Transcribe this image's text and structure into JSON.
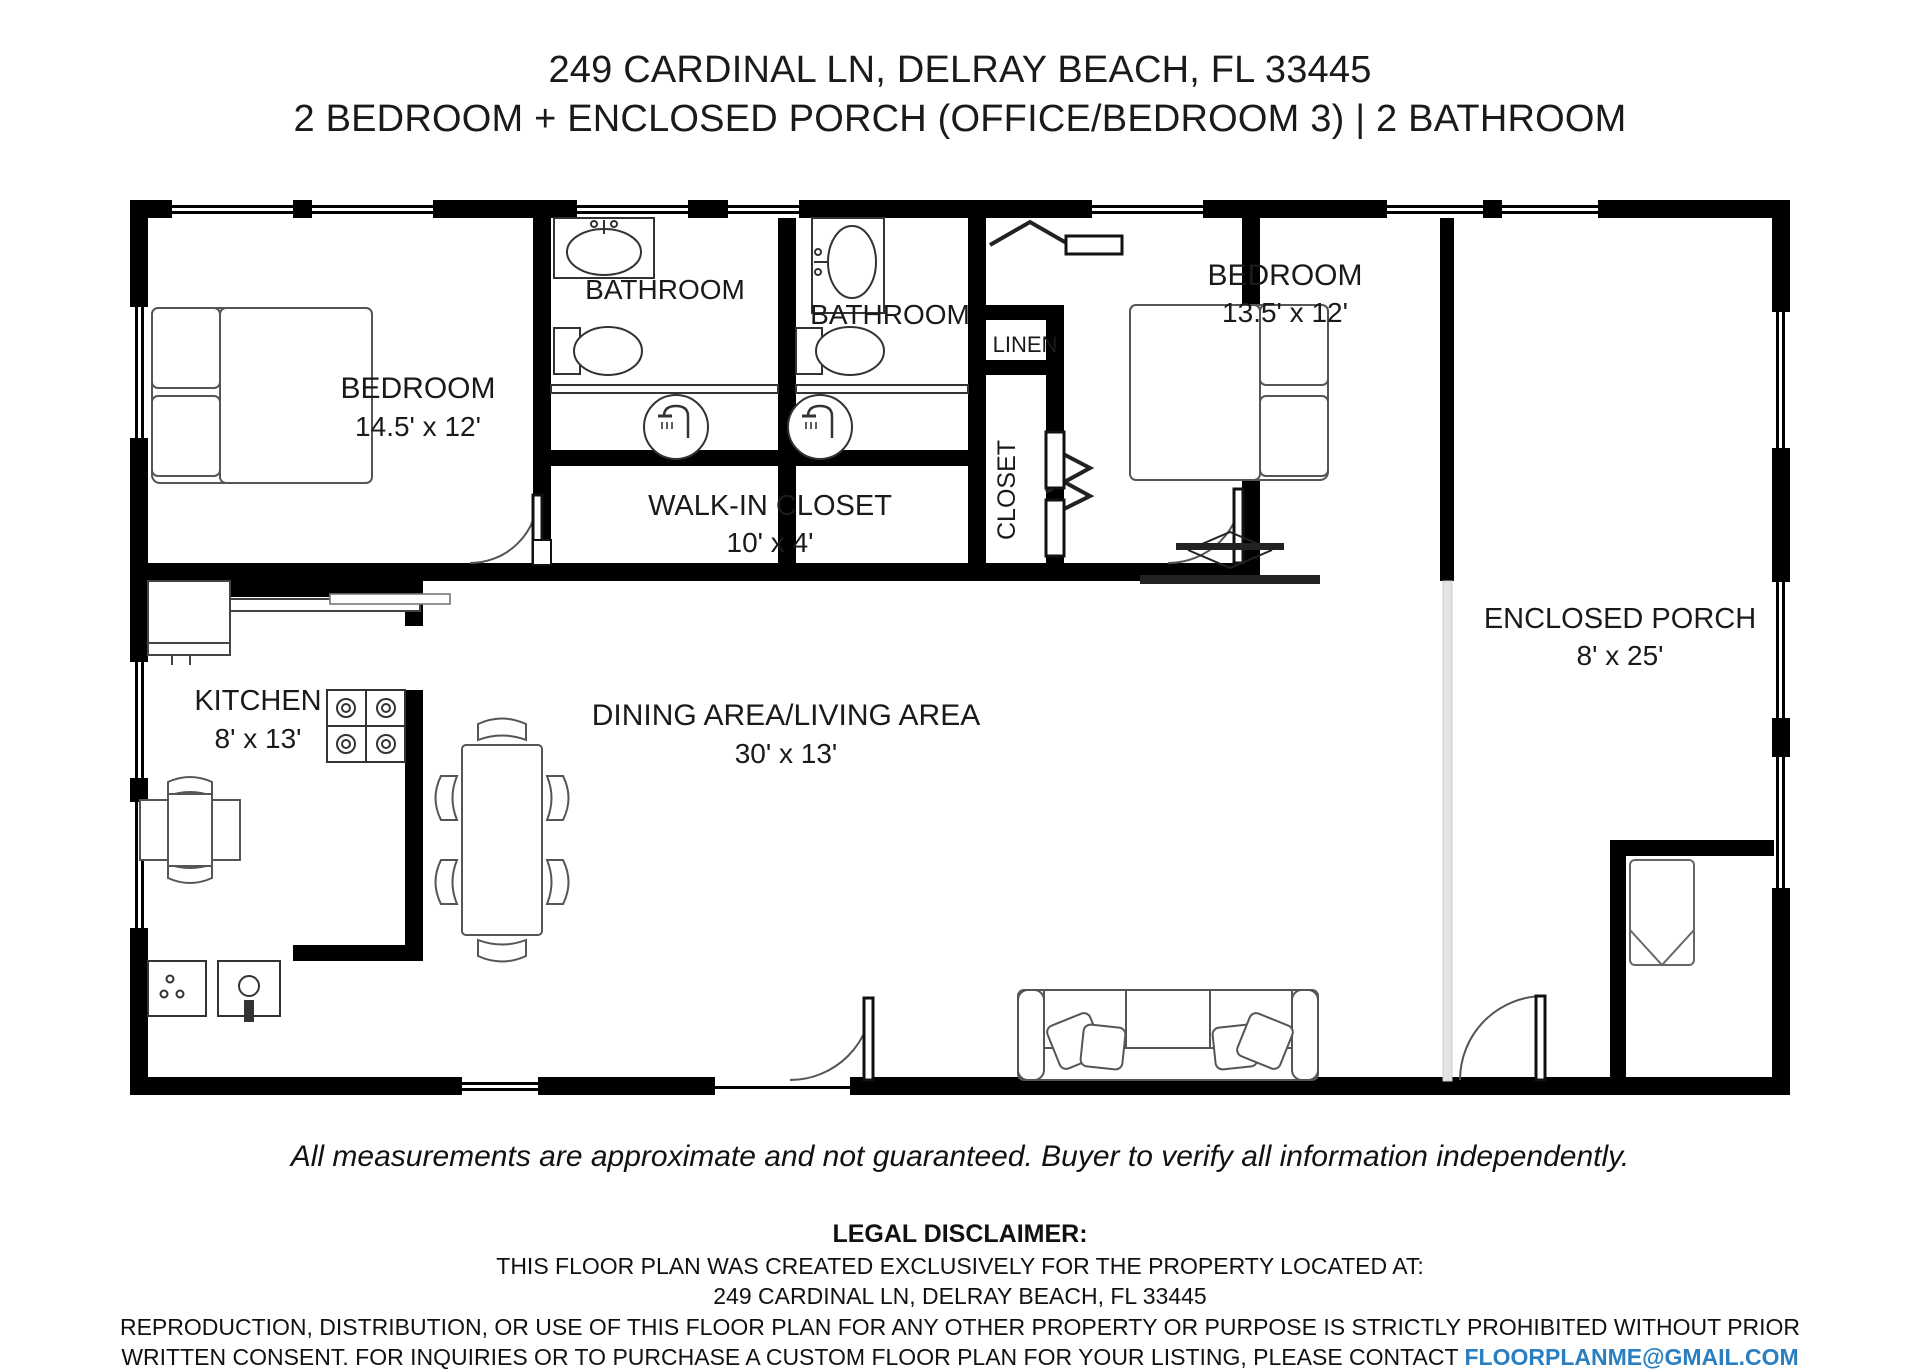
{
  "title": {
    "line1": "249 CARDINAL LN, DELRAY BEACH, FL 33445",
    "line2": "2 BEDROOM + ENCLOSED PORCH (OFFICE/BEDROOM 3) | 2 BATHROOM"
  },
  "rooms": {
    "bedroom_left": {
      "name": "BEDROOM",
      "dimensions": "14.5' x 12'"
    },
    "bedroom_right": {
      "name": "BEDROOM",
      "dimensions": "13.5' x 12'"
    },
    "bathroom_left": {
      "name": "BATHROOM",
      "dimensions": ""
    },
    "bathroom_right": {
      "name": "BATHROOM",
      "dimensions": ""
    },
    "walk_in_closet": {
      "name": "WALK-IN CLOSET",
      "dimensions": "10' x 4'"
    },
    "linen": {
      "name": "LINEN",
      "dimensions": ""
    },
    "closet": {
      "name": "CLOSET",
      "dimensions": ""
    },
    "kitchen": {
      "name": "KITCHEN",
      "dimensions": "8' x 13'"
    },
    "dining_living": {
      "name": "DINING AREA/LIVING AREA",
      "dimensions": "30' x 13'"
    },
    "enclosed_porch": {
      "name": "ENCLOSED PORCH",
      "dimensions": "8' x 25'"
    }
  },
  "footer": {
    "approximate_note": "All measurements are approximate and not guaranteed. Buyer to verify all information independently.",
    "legal_heading": "LEGAL DISCLAIMER:",
    "legal_line1": "THIS FLOOR PLAN WAS CREATED EXCLUSIVELY FOR THE PROPERTY LOCATED AT:",
    "legal_line2": "249 CARDINAL LN, DELRAY BEACH, FL 33445",
    "legal_line3": "REPRODUCTION, DISTRIBUTION, OR USE OF THIS FLOOR PLAN FOR ANY OTHER PROPERTY OR PURPOSE IS STRICTLY PROHIBITED WITHOUT PRIOR",
    "legal_line4_prefix": "WRITTEN CONSENT. FOR INQUIRIES OR TO PURCHASE A CUSTOM FLOOR PLAN FOR YOUR LISTING, PLEASE CONTACT ",
    "contact_email": "FLOORPLANME@GMAIL.COM"
  },
  "colors": {
    "wall": "#000000",
    "text": "#1a1a1a",
    "email": "#2a7fc0",
    "glass": "#e3e3e3",
    "fixture_stroke": "#3a3a3a"
  }
}
